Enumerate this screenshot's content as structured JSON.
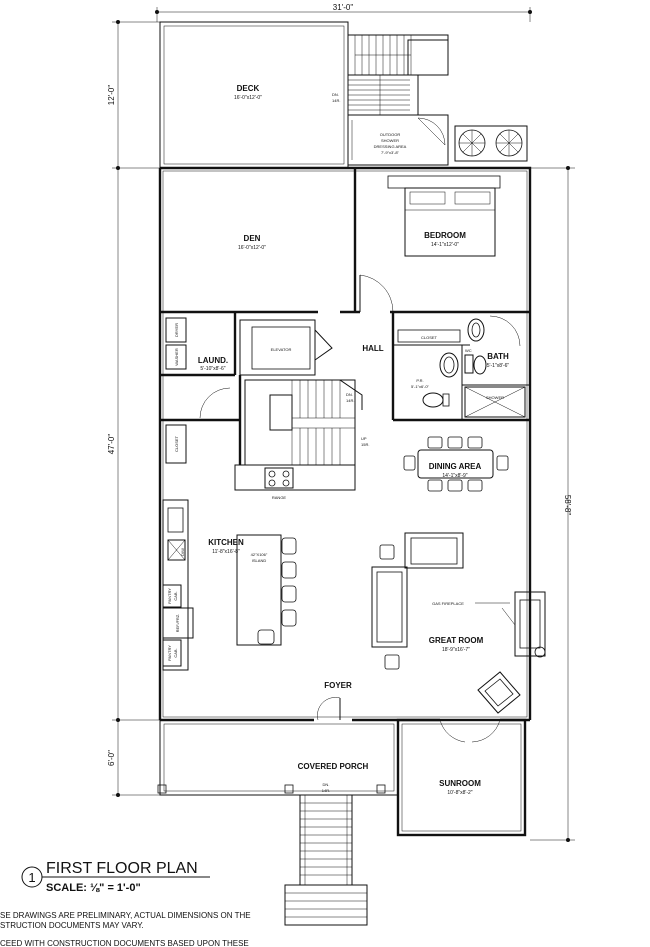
{
  "dimensions": {
    "overall_width": "31'-0\"",
    "deck_depth": "12'-0\"",
    "main_depth": "47'-0\"",
    "porch_depth": "6'-0\"",
    "overall_depth": "58'-8\""
  },
  "rooms": {
    "deck": {
      "name": "DECK",
      "size": "16'-0\"x12'-0\""
    },
    "outdoor_shower": {
      "name_1": "OUTDOOR",
      "name_2": "SHOWER",
      "name_3": "DRESSING AREA",
      "size": "7'-9\"x3'-8\""
    },
    "den": {
      "name": "DEN",
      "size": "16'-0\"x12'-0\""
    },
    "bedroom": {
      "name": "BEDROOM",
      "size": "14'-1\"x12'-0\""
    },
    "hall": {
      "name": "HALL"
    },
    "laundry": {
      "name": "LAUND.",
      "size": "5'-10\"x8'-6\""
    },
    "bath": {
      "name": "BATH",
      "size": "5'-1\"x8'-6\""
    },
    "powder": {
      "name": "P.R.",
      "size": "5'-1\"x6'-0\""
    },
    "dining": {
      "name": "DINING AREA",
      "size": "14'-1\"x8'-9\""
    },
    "kitchen": {
      "name": "KITCHEN",
      "size": "11'-8\"x16'-8\""
    },
    "great_room": {
      "name": "GREAT ROOM",
      "size": "18'-9\"x16'-7\""
    },
    "foyer": {
      "name": "FOYER"
    },
    "covered_porch": {
      "name": "COVERED PORCH"
    },
    "sunroom": {
      "name": "SUNROOM",
      "size": "10'-8\"x8'-2\""
    }
  },
  "labels": {
    "elevator": "ELEVATOR",
    "closet_bath": "CLOSET",
    "closet_side": "CLOSET",
    "dryer": "DRYER",
    "washer": "WASHER",
    "stair_dn_deck": "DN.",
    "stair_dn_deck_risers": "14R.",
    "stair_dn_int": "DN.",
    "stair_dn_int_risers": "14R.",
    "stair_up": "UP",
    "stair_up_risers": "15R.",
    "stair_dn_porch": "DN.",
    "stair_dn_porch_risers": "14R.",
    "range": "RANGE",
    "island_1": "42\"X106\"",
    "island_2": "ISLAND",
    "ref": "REF./FRZ.",
    "pantry_1": "PANTRY",
    "pantry_1b": "CAB.",
    "pantry_2": "PANTRY",
    "pantry_2b": "CAB.",
    "dw": "D/W",
    "fireplace": "GAS FIREPLACE",
    "wc": "WC",
    "shower": "SHOWER"
  },
  "title": {
    "number": "1",
    "name": "FIRST FLOOR PLAN",
    "scale_prefix": "SCALE: ",
    "scale_value": "⅛\" = 1'-0\""
  },
  "notes": {
    "line1": "SE DRAWINGS ARE PRELIMINARY, ACTUAL DIMENSIONS ON THE",
    "line2": "STRUCTION DOCUMENTS MAY VARY.",
    "line3": "CEED WITH CONSTRUCTION DOCUMENTS BASED UPON THESE"
  }
}
